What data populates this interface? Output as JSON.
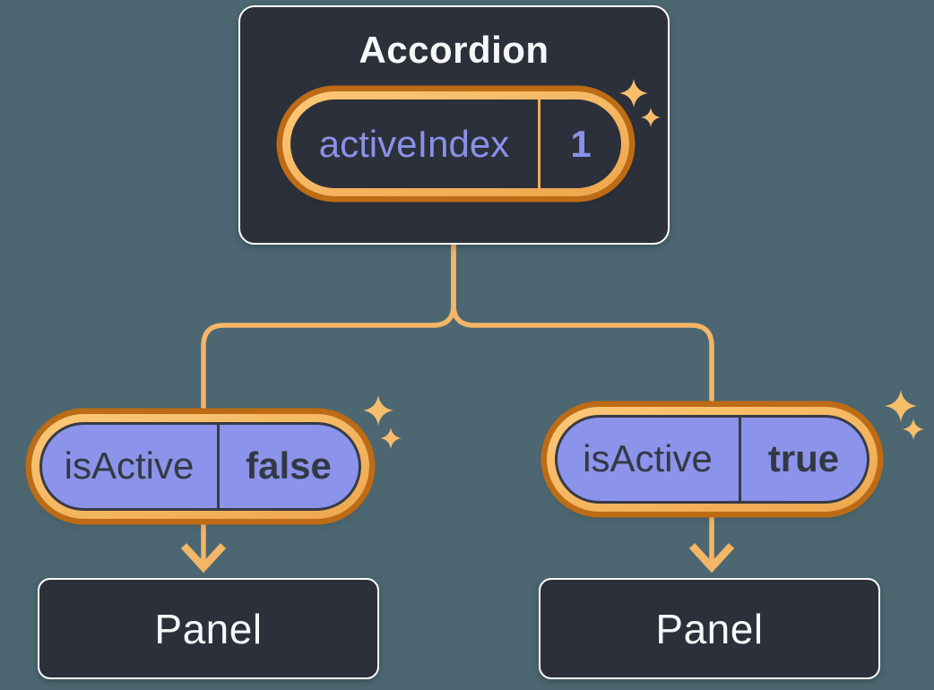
{
  "root": {
    "title": "Accordion",
    "state": {
      "label": "activeIndex",
      "value": "1"
    }
  },
  "children": [
    {
      "prop": {
        "label": "isActive",
        "value": "false"
      },
      "panel": "Panel"
    },
    {
      "prop": {
        "label": "isActive",
        "value": "true"
      },
      "panel": "Panel"
    }
  ],
  "icons": {
    "sparkle": "sparkle-icon",
    "arrow": "arrow-down-icon"
  },
  "colors": {
    "background": "#4C6771",
    "surface": "#2B303A",
    "surface_border": "#FFFFFF",
    "text_light": "#F6F7F9",
    "purple_fill": "#8B93EA",
    "purple_text": "#8A91E8",
    "dark_text": "#333944",
    "amber_ring": "#F9BB62",
    "orange_ring": "#BD6B14",
    "connector_line": "#F5B567",
    "sparkle": "#F7BD6B"
  }
}
